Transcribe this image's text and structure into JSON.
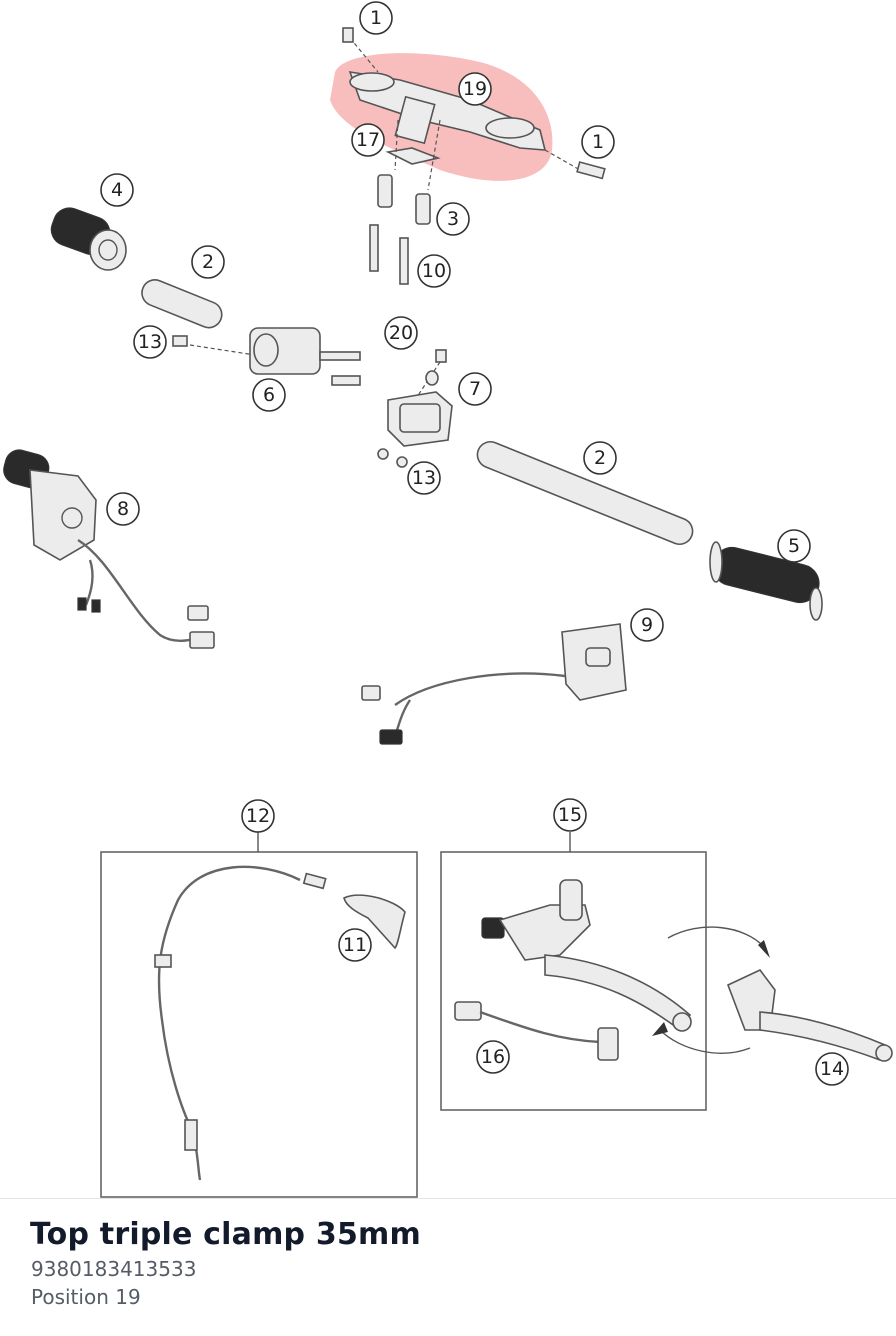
{
  "part": {
    "name": "Top triple clamp 35mm",
    "number": "9380183413533",
    "position": "Position 19"
  },
  "highlight_color": "#f3a3a3",
  "callouts": {
    "c1a": "1",
    "c1b": "1",
    "c19": "19",
    "c17": "17",
    "c3": "3",
    "c10": "10",
    "c4": "4",
    "c2a": "2",
    "c13a": "13",
    "c20": "20",
    "c6": "6",
    "c7": "7",
    "c13b": "13",
    "c2b": "2",
    "c8": "8",
    "c5": "5",
    "c9": "9",
    "c12": "12",
    "c15": "15",
    "c11": "11",
    "c16": "16",
    "c14": "14"
  }
}
